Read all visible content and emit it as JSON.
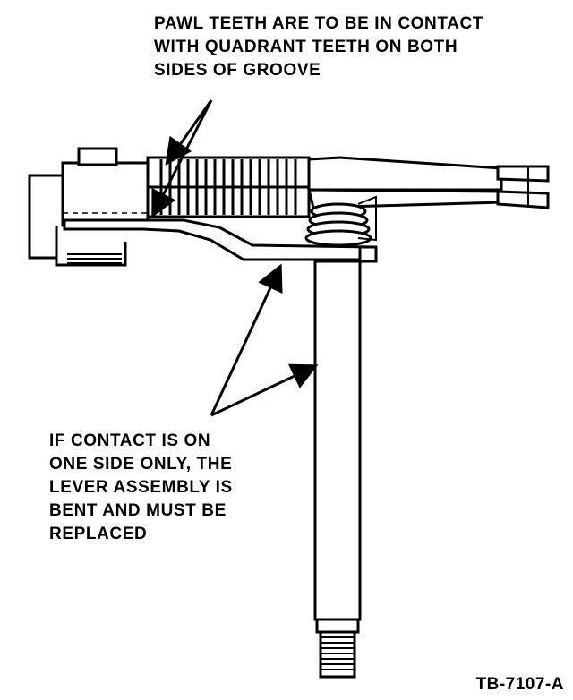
{
  "callouts": {
    "top": {
      "lines": [
        "PAWL TEETH ARE TO BE IN CONTACT",
        "WITH QUADRANT TEETH ON BOTH",
        "SIDES OF GROOVE"
      ]
    },
    "bottom": {
      "lines": [
        "IF CONTACT IS ON",
        "ONE SIDE ONLY, THE",
        "LEVER ASSEMBLY IS",
        "BENT AND MUST BE",
        "REPLACED"
      ]
    }
  },
  "figure_id": "TB-7107-A"
}
